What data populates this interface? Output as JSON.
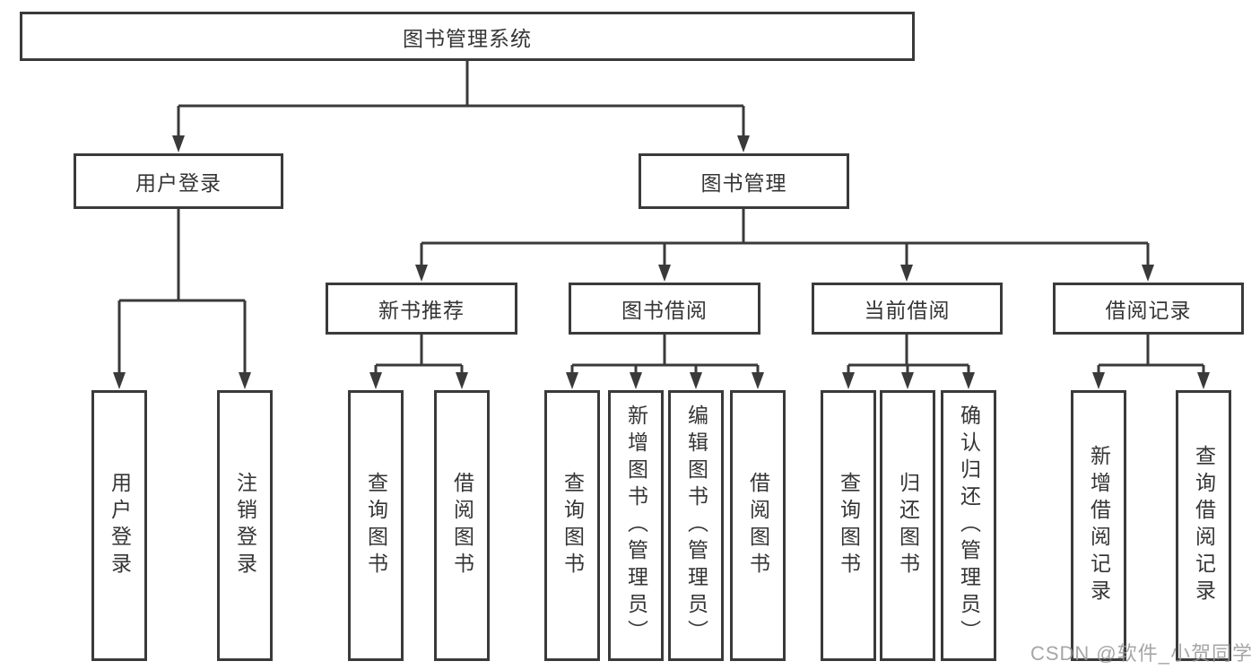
{
  "diagram": {
    "root": {
      "label": "图书管理系统"
    },
    "level2": [
      {
        "label": "用户登录"
      },
      {
        "label": "图书管理"
      }
    ],
    "level3": [
      {
        "label": "新书推荐"
      },
      {
        "label": "图书借阅"
      },
      {
        "label": "当前借阅"
      },
      {
        "label": "借阅记录"
      }
    ],
    "leaves": {
      "user": [
        {
          "label": "用户登录"
        },
        {
          "label": "注销登录"
        }
      ],
      "newbook": [
        {
          "label": "查询图书"
        },
        {
          "label": "借阅图书"
        }
      ],
      "borrow": [
        {
          "label": "查询图书"
        },
        {
          "label": "新增图书（管理员）"
        },
        {
          "label": "编辑图书（管理员）"
        },
        {
          "label": "借阅图书"
        }
      ],
      "current": [
        {
          "label": "查询图书"
        },
        {
          "label": "归还图书"
        },
        {
          "label": "确认归还（管理员）"
        }
      ],
      "records": [
        {
          "label": "新增借阅记录"
        },
        {
          "label": "查询借阅记录"
        }
      ]
    },
    "watermark": "CSDN @软件_小贺同学",
    "colors": {
      "line": "#3a3a3a",
      "text": "#353535",
      "background": "#ffffff",
      "watermark": "#969696"
    }
  }
}
